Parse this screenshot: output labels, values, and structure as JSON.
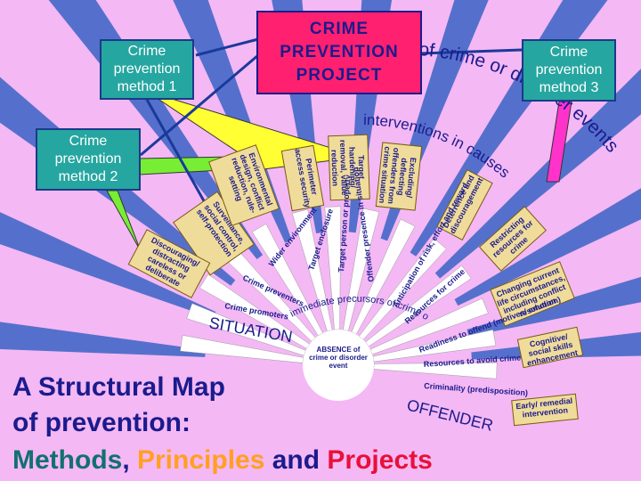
{
  "colors": {
    "background": "#f4b8f4",
    "method_box": "#26a6a0",
    "project_box": "#ff2070",
    "spoke_blue": "#5570cc",
    "spoke_white": "#ffffff",
    "label_tan": "#f0dc9a",
    "connector_yellow": "#ffff33",
    "connector_magenta": "#ff33cc",
    "connector_green": "#77ee33",
    "connector_blue": "#1a3a9a"
  },
  "boxes": {
    "method1": "Crime\nprevention\nmethod 1",
    "project": "CRIME\nPREVENTION\nPROJECT",
    "method3": "Crime\nprevention\nmethod 3",
    "method2": "Crime\nprevention\nmethod 2"
  },
  "arcs": {
    "outer": "of crime or disorder events",
    "middle": "interventions in causes",
    "inner": "immediate precursors of crime or disorder events"
  },
  "hubs": {
    "situation": "SITUATION",
    "offender": "OFFENDER",
    "absence": "ABSENCE of crime or disorder event"
  },
  "labels": {
    "surveillance": "Surveillance, social control, self-protection",
    "environmental": "Environmental design, conflict reduction, rule-setting",
    "perimeter": "Perimeter access security",
    "target_hardening": "Target hardening/ removal, value reduction",
    "excluding": "Excluding/ deflecting offenders from crime situation",
    "deterrence": "Deterrence and discouragement",
    "restricting": "Restricting resources for crime",
    "changing_life": "Changing current life circumstances, including conflict resolution",
    "cognitive": "Cognitive/ social skills enhancement",
    "early": "Early/ remedial intervention",
    "discouraging": "Discouraging/ distracting careless or deliberate promoters"
  },
  "spokes": {
    "crime_promoters": "Crime promoters",
    "crime_preventers": "Crime preventers",
    "wider_environment": "Wider environment",
    "target_enclosure": "Target enclosure",
    "target_person": "Target person or property",
    "offender_presence": "Offender presence in situation",
    "anticipation": "Anticipation of risk, effort and reward",
    "resources_crime": "Resources for crime",
    "readiness": "Readiness to offend (motives/ emotion)",
    "resources_avoid": "Resources to avoid crime",
    "criminality": "Criminality (predisposition)"
  },
  "title": {
    "line1": "A Structural Map",
    "line2": "of prevention:",
    "methods": "Methods",
    "comma": ", ",
    "principles": "Principles",
    "and": " and ",
    "projects": "Projects"
  }
}
